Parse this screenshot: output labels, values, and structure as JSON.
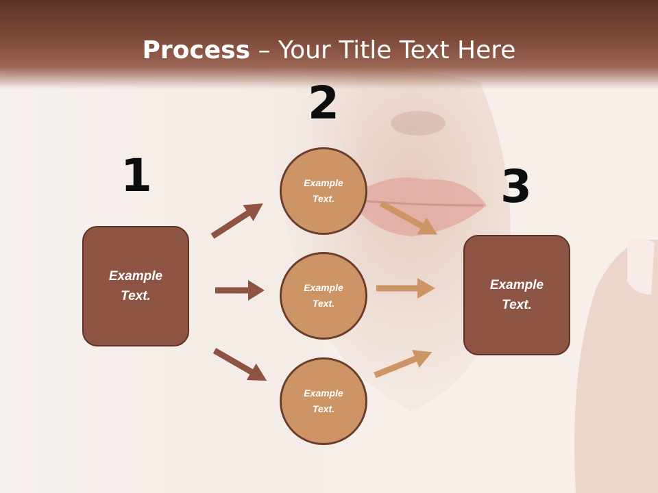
{
  "title": {
    "bold": "Process",
    "rest": " – Your Title Text Here"
  },
  "steps": [
    {
      "number": "1",
      "text": "Example Text."
    },
    {
      "number": "2",
      "text": ""
    },
    {
      "number": "3",
      "text": "Example Text."
    }
  ],
  "circles": [
    {
      "text": "Example Text."
    },
    {
      "text": "Example Text."
    },
    {
      "text": "Example Text."
    }
  ],
  "colors": {
    "header": "#7e4a3a",
    "box_fill": "#8d5444",
    "circle_fill": "#cd9566",
    "arrow_dark": "#8d5444",
    "arrow_light": "#cd9566"
  }
}
